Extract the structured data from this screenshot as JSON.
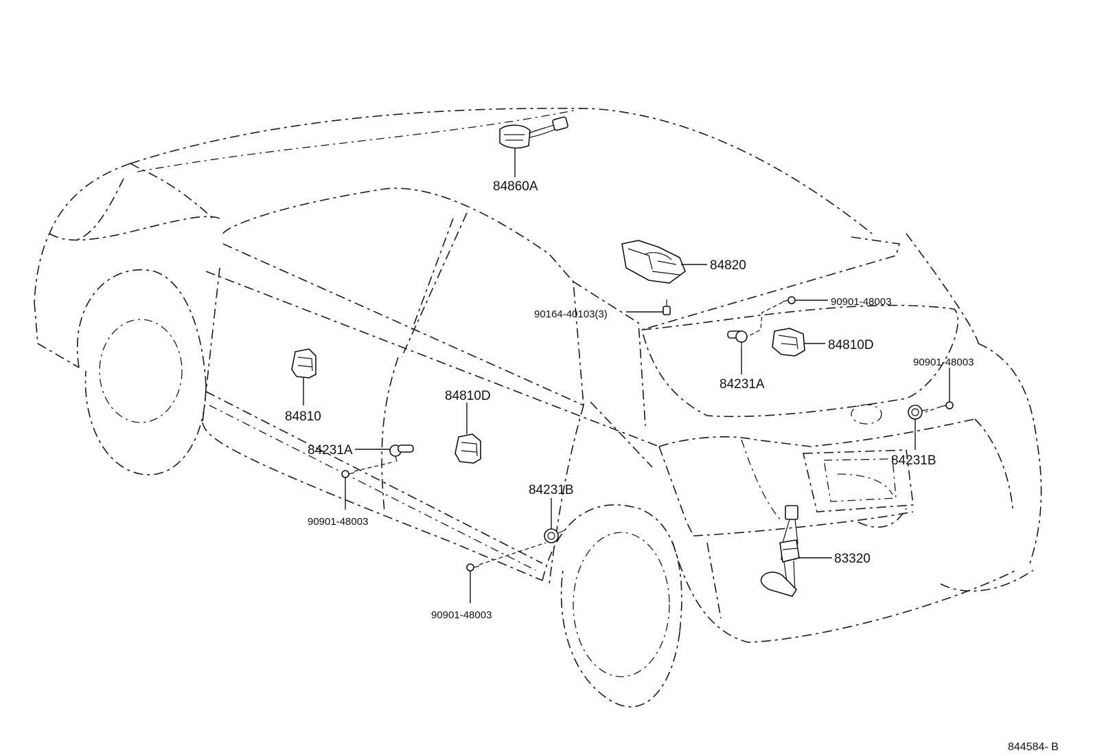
{
  "parts": {
    "antenna_roof": "84860A",
    "switch_master": "84820",
    "screw_switch": "90164-40103(3)",
    "clip_rear_upper": "90901-48003",
    "switch_rear_right": "84810D",
    "sensor_rear_left": "84231A",
    "clip_rear_right": "90901-48003",
    "sensor_rear_right": "84231B",
    "switch_front": "84810",
    "switch_rear_door": "84810D",
    "sensor_side": "84231A",
    "clip_side_front": "90901-48003",
    "sensor_side_rear": "84231B",
    "clip_side_rear": "90901-48003",
    "harness_rear": "83320"
  },
  "figure_ref": "844584- B"
}
